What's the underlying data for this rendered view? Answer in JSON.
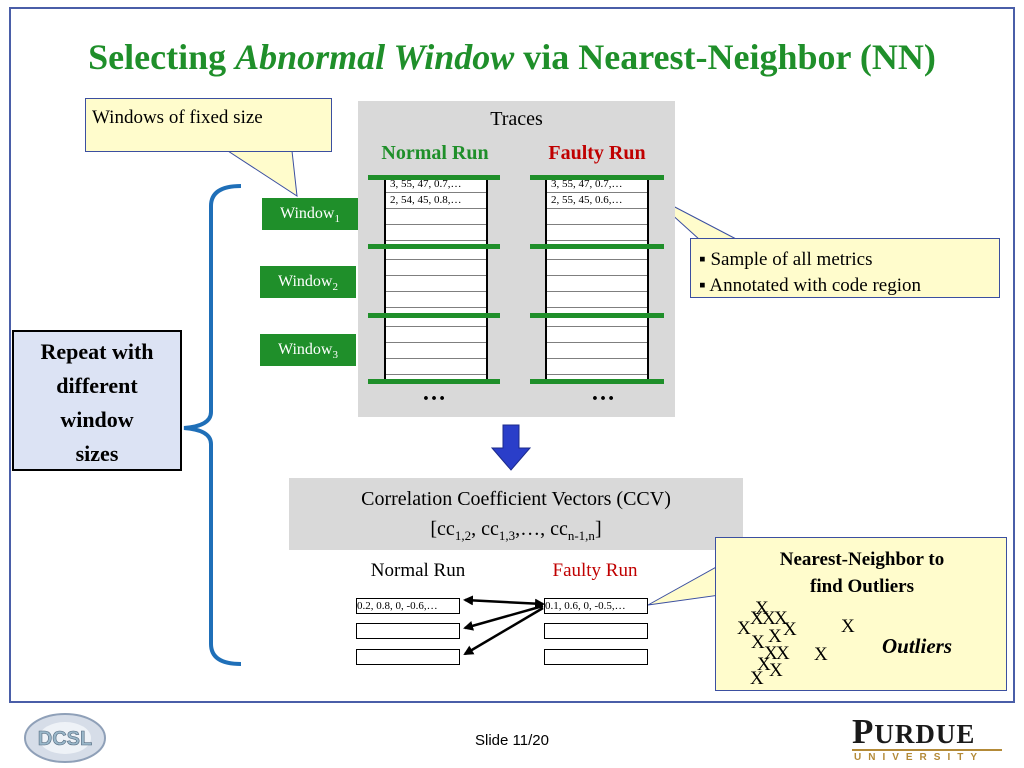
{
  "title": {
    "prefix": "Selecting ",
    "italic": "Abnormal Window",
    "suffix": " via Nearest-Neighbor (NN)"
  },
  "callouts": {
    "windows": "Windows of fixed size",
    "sample": [
      "▪ Sample of all metrics",
      "▪ Annotated with code region"
    ],
    "nn_title_1": "Nearest-Neighbor to",
    "nn_title_2": "find Outliers",
    "outliers": "Outliers"
  },
  "traces": {
    "label": "Traces",
    "normal_label": "Normal Run",
    "faulty_label": "Faulty Run",
    "normal_rows": [
      "3, 55, 47, 0.7,…",
      "2, 54, 45, 0.8,…"
    ],
    "faulty_rows": [
      "3, 55, 47, 0.7,…",
      "2, 55, 45, 0.6,…"
    ],
    "ellipsis": "…"
  },
  "windows": [
    {
      "base": "Window",
      "sub": "1"
    },
    {
      "base": "Window",
      "sub": "2"
    },
    {
      "base": "Window",
      "sub": "3"
    }
  ],
  "repeat_text": [
    "Repeat with",
    "different",
    "window",
    "sizes"
  ],
  "ccv": {
    "line1": "Correlation Coefficient Vectors (CCV)",
    "l2_open": "[cc",
    "s1": "1,2",
    "c1": ", cc",
    "s2": "1,3",
    "c2": ",…, cc",
    "s3": "n-1,n",
    "l2_close": "]",
    "normal_label": "Normal Run",
    "faulty_label": "Faulty Run",
    "normal_vector": "0.2, 0.8, 0, -0.6,…",
    "faulty_vector": "0.1, 0.6, 0, -0.5,…"
  },
  "scatter_marker": "X",
  "footer": {
    "slide": "Slide 11/20",
    "dcsl_logo": "DCSL",
    "purdue_first": "P",
    "purdue_rest": "URDUE",
    "purdue_sub": "UNIVERSITY"
  },
  "colors": {
    "title_green": "#1f8f2a",
    "faulty_red": "#c00000",
    "frame_blue": "#4a5ea8",
    "callout_yellow": "#fffccc",
    "purdue_gold": "#b38a38"
  }
}
